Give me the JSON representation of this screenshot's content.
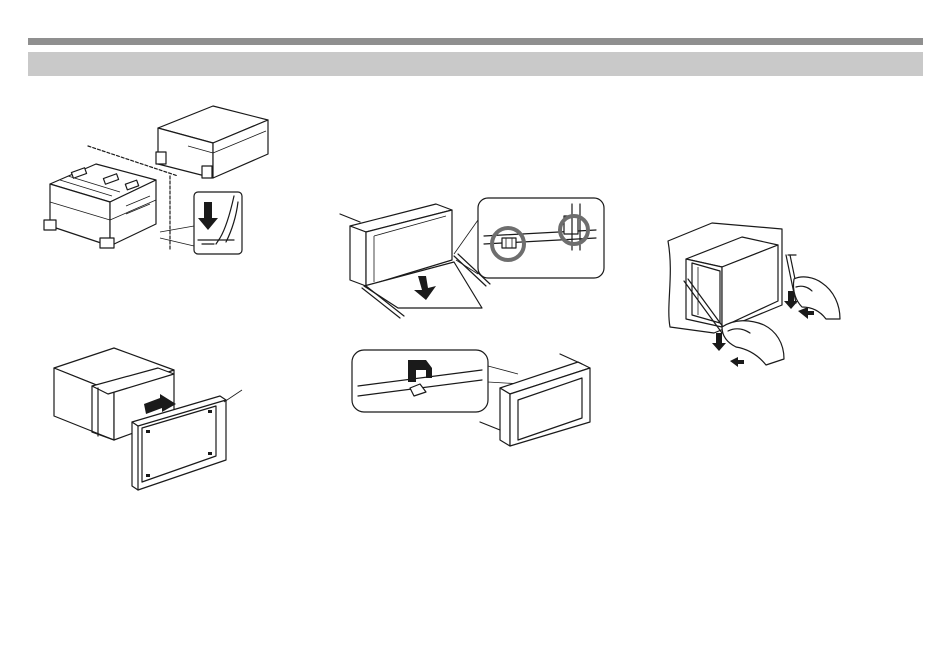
{
  "page": {
    "figures": [
      {
        "id": "fig-mount-unit",
        "icon": "mounting-sleeve-bend-tabs-illustration"
      },
      {
        "id": "fig-attach-escutcheon",
        "icon": "escutcheon-attach-illustration"
      },
      {
        "id": "fig-remove-panel",
        "icon": "faceplate-removal-illustration"
      },
      {
        "id": "fig-detach-escutcheon",
        "icon": "escutcheon-detach-illustration"
      },
      {
        "id": "fig-removal-keys",
        "icon": "removal-keys-illustration"
      }
    ]
  },
  "colors": {
    "rule": "#8f8f8f",
    "section_bar": "#c9c9c9",
    "line": "#1a1a1a",
    "highlight": "#6e6e6e"
  }
}
